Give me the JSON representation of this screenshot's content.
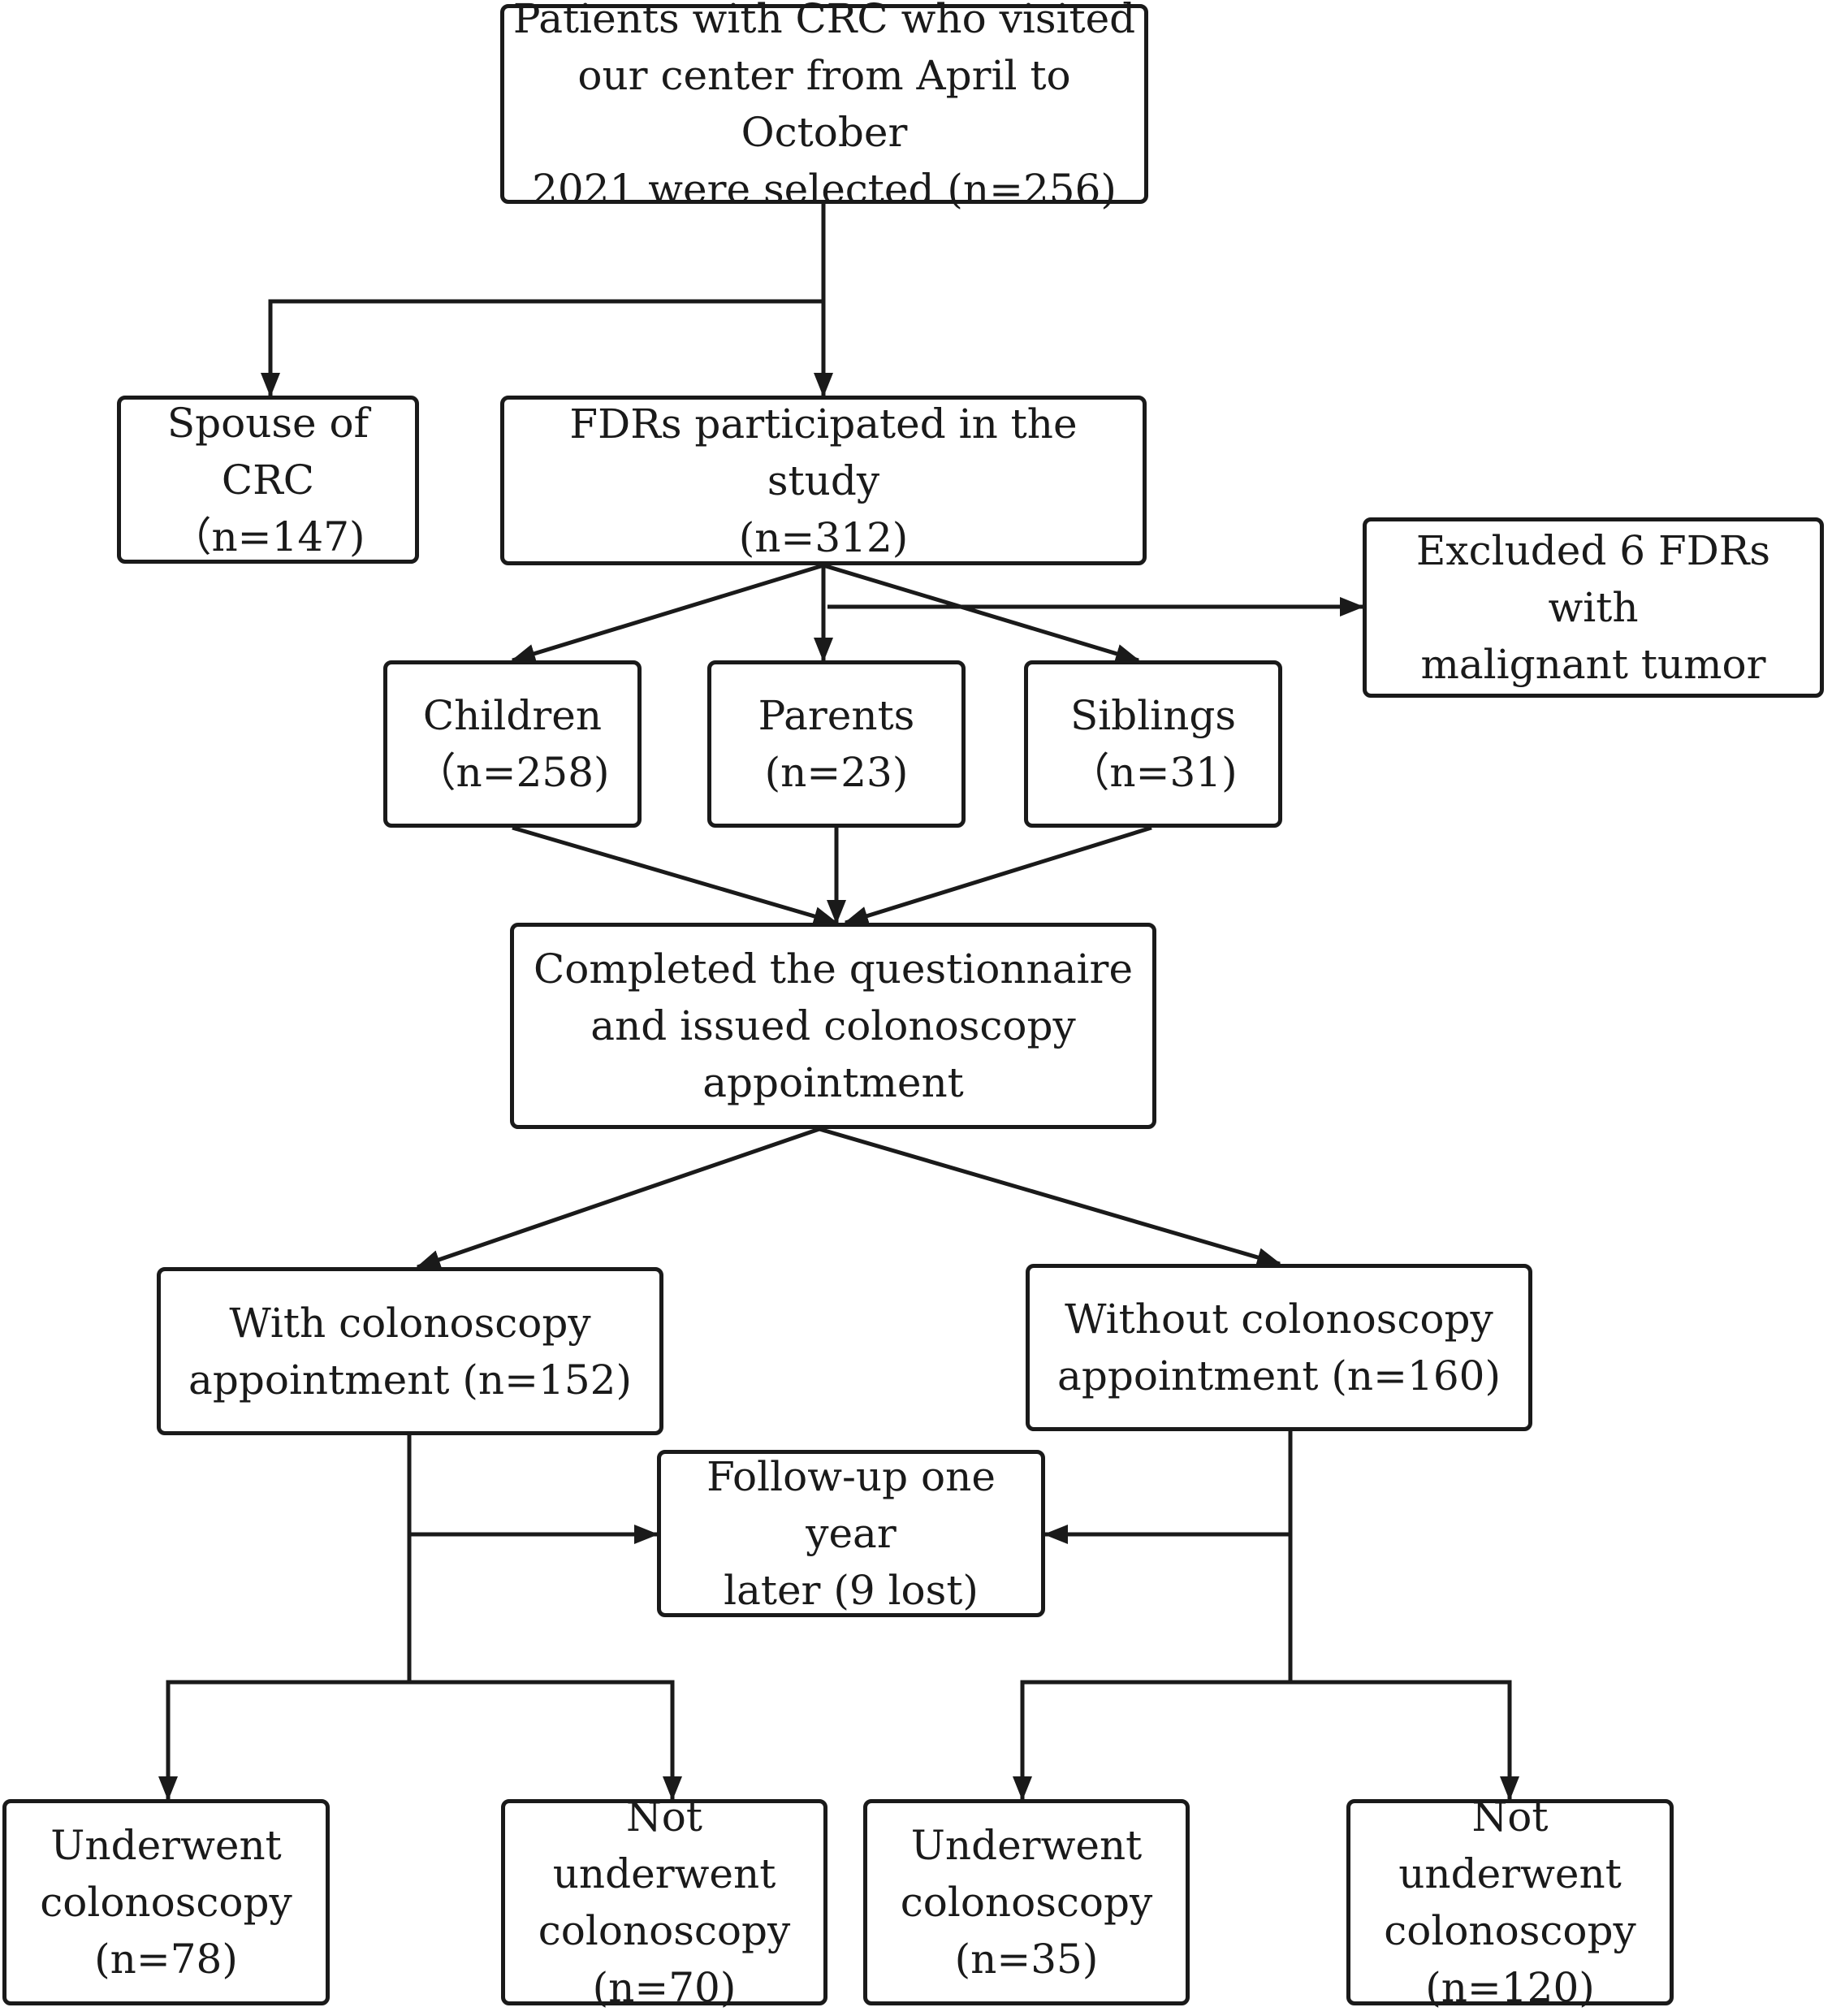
{
  "diagram": {
    "nodes": {
      "patients": "Patients with CRC who visited\nour center from April to October\n2021 were selected (n=256)",
      "spouse": "Spouse of\nCRC（n=147)",
      "fdrs": "FDRs participated in the study\n(n=312)",
      "excluded": "Excluded 6 FDRs with\nmalignant tumor",
      "children": "Children\n（n=258)",
      "parents": "Parents\n(n=23)",
      "siblings": "Siblings\n（n=31)",
      "completed": "Completed the questionnaire\nand issued colonoscopy\nappointment",
      "with_appt": "With colonoscopy\nappointment (n=152)",
      "without_appt": "Without colonoscopy\nappointment (n=160)",
      "followup": "Follow-up one year\nlater (9 lost)",
      "with_underwent": "Underwent\ncolonoscopy\n(n=78)",
      "with_not_underwent": "Not underwent\ncolonoscopy\n(n=70)",
      "without_underwent": "Underwent\ncolonoscopy\n(n=35)",
      "without_not_underwent": "Not underwent\ncolonoscopy\n(n=120)"
    },
    "edges": [
      {
        "from": "patients",
        "to": "spouse"
      },
      {
        "from": "patients",
        "to": "fdrs"
      },
      {
        "from": "fdrs",
        "to": "excluded"
      },
      {
        "from": "fdrs",
        "to": "children"
      },
      {
        "from": "fdrs",
        "to": "parents"
      },
      {
        "from": "fdrs",
        "to": "siblings"
      },
      {
        "from": "children",
        "to": "completed"
      },
      {
        "from": "parents",
        "to": "completed"
      },
      {
        "from": "siblings",
        "to": "completed"
      },
      {
        "from": "completed",
        "to": "with_appt"
      },
      {
        "from": "completed",
        "to": "without_appt"
      },
      {
        "from": "with_appt",
        "to": "followup"
      },
      {
        "from": "without_appt",
        "to": "followup"
      },
      {
        "from": "with_appt",
        "to": "with_underwent"
      },
      {
        "from": "with_appt",
        "to": "with_not_underwent"
      },
      {
        "from": "without_appt",
        "to": "without_underwent"
      },
      {
        "from": "without_appt",
        "to": "without_not_underwent"
      }
    ],
    "colors": {
      "stroke": "#1a1a1a",
      "background": "#ffffff"
    }
  }
}
